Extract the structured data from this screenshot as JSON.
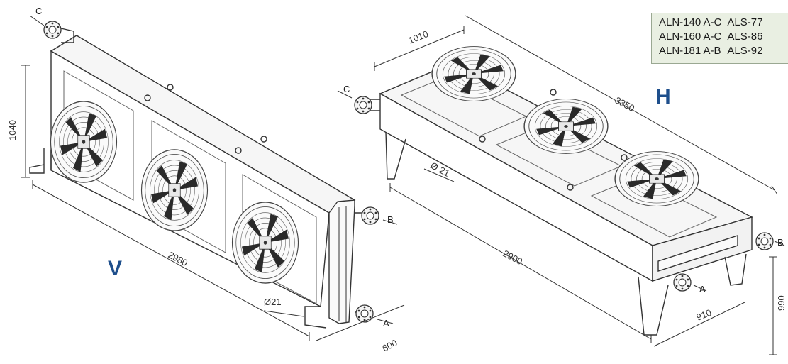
{
  "labels": {
    "vertical_unit": "V",
    "horizontal_unit": "H"
  },
  "ports": {
    "v_c": "C",
    "v_b": "B",
    "v_a": "A",
    "h_c": "C",
    "h_b": "B",
    "h_a": "A"
  },
  "dimensions": {
    "v_height": "1040",
    "v_length": "2980",
    "v_depth": "600",
    "v_diameter": "Ø21",
    "h_width": "1010",
    "h_length_top": "3350",
    "h_length_bottom": "2900",
    "h_depth": "910",
    "h_height": "990",
    "h_diameter": "Ø 21"
  },
  "model_table": {
    "rows": [
      [
        "ALN-140 A-C",
        "ALS-77"
      ],
      [
        "ALN-160 A-C",
        "ALS-86"
      ],
      [
        "ALN-181 A-B",
        "ALS-92"
      ]
    ]
  },
  "colors": {
    "line": "#333333",
    "label_blue": "#1e4f8c",
    "table_bg": "#e9efe2"
  }
}
